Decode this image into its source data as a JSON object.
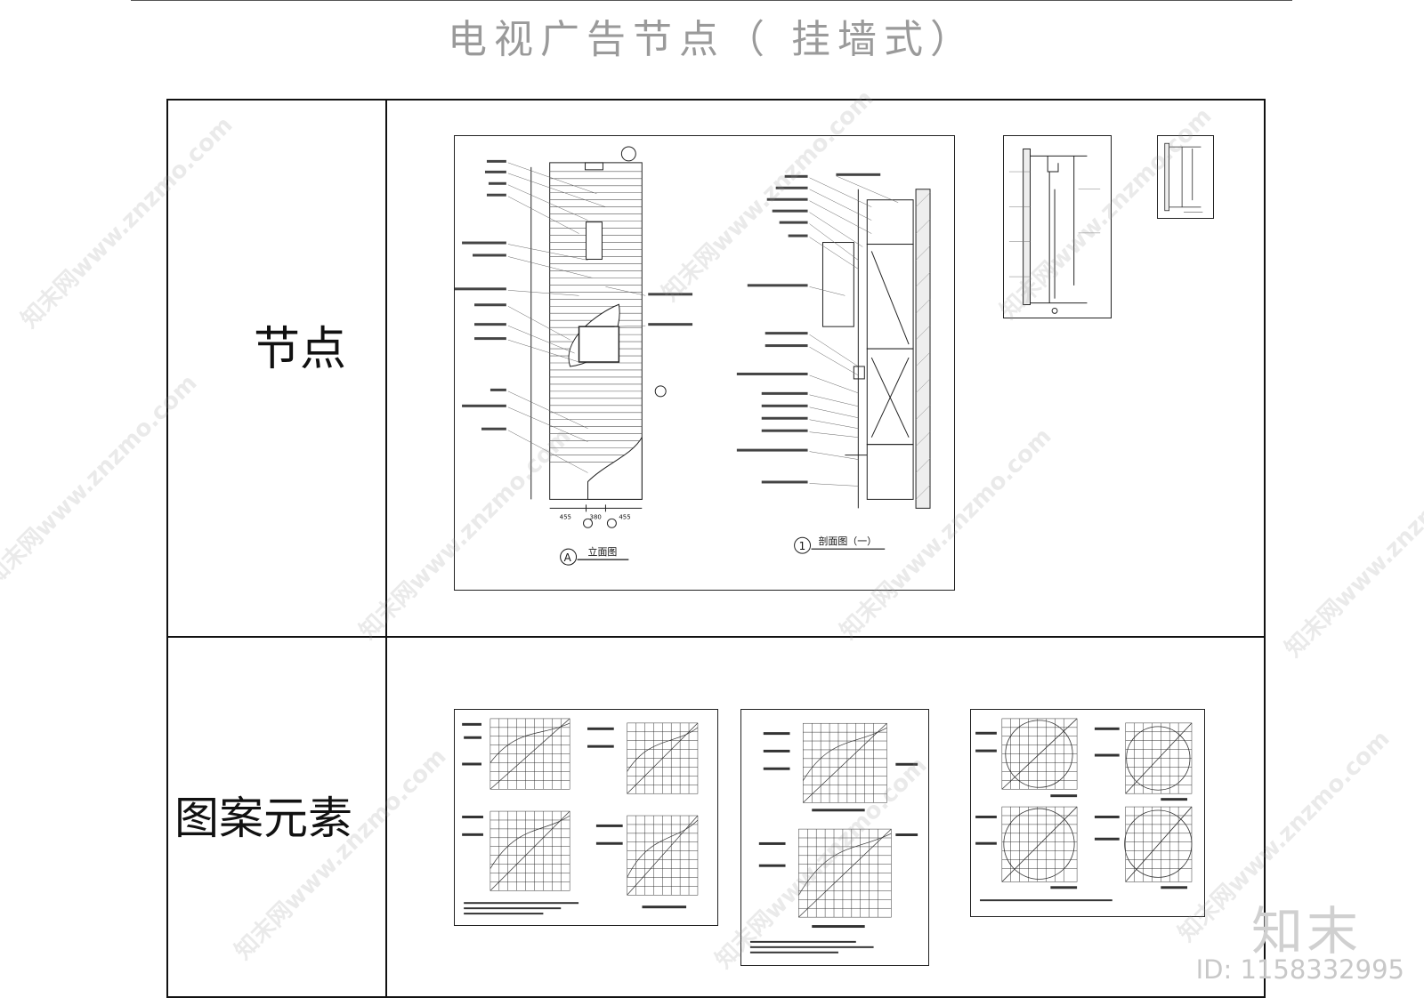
{
  "page_title": "电视广告节点（ 挂墙式）",
  "rows": {
    "nodes_label": "节点",
    "patterns_label": "图案元素"
  },
  "drawings": {
    "elevation_title": "立面图",
    "elevation_tag": "A",
    "section_title": "剖面图（一）",
    "section_tag": "1",
    "elevation_dims": [
      "455",
      "380",
      "455"
    ]
  },
  "watermark": {
    "text": "知末网www.znzmo.com",
    "brand": "知末",
    "image_id": "ID: 1158332995"
  }
}
